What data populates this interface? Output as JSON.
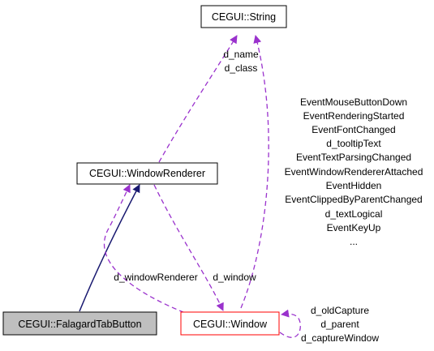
{
  "nodes": {
    "string": "CEGUI::String",
    "window_renderer": "CEGUI::WindowRenderer",
    "falagard_tab_button": "CEGUI::FalagardTabButton",
    "window": "CEGUI::Window"
  },
  "edges": {
    "string_members": [
      "d_name",
      "d_class"
    ],
    "window_to_string_members": [
      "EventMouseButtonDown",
      "EventRenderingStarted",
      "EventFontChanged",
      "d_tooltipText",
      "EventTextParsingChanged",
      "EventWindowRendererAttached",
      "EventHidden",
      "EventClippedByParentChanged",
      "d_textLogical",
      "EventKeyUp",
      "..."
    ],
    "window_renderer_member": "d_windowRenderer",
    "window_member": "d_window",
    "self_members": [
      "d_oldCapture",
      "d_parent",
      "d_captureWindow"
    ]
  },
  "colors": {
    "usage_edge": "#9a32cd",
    "inheritance_edge": "#191970",
    "highlight_node_fill": "#bfbfbf",
    "window_border": "#ff0000",
    "node_border": "#000000"
  }
}
